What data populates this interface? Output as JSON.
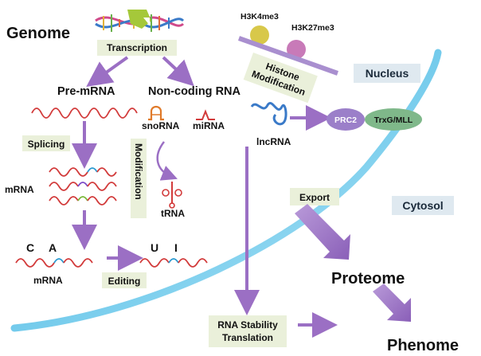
{
  "labels": {
    "genome": "Genome",
    "transcription": "Transcription",
    "pre_mrna": "Pre-mRNA",
    "non_coding_rna": "Non-coding RNA",
    "splicing": "Splicing",
    "mrna_mid": "mRNA",
    "mrna_bottom": "mRNA",
    "editing": "Editing",
    "letter_c": "C",
    "letter_a": "A",
    "letter_u": "U",
    "letter_i": "I",
    "snorna": "snoRNA",
    "mirna": "miRNA",
    "lncrna": "lncRNA",
    "modification_vertical": "Modification",
    "trna": "tRNA",
    "h3k4me3": "H3K4me3",
    "h3k27me3": "H3K27me3",
    "histone": "Histone",
    "histone_modification": "Modification",
    "prc2": "PRC2",
    "trxg_mll": "TrxG/MLL",
    "nucleus": "Nucleus",
    "export": "Export",
    "cytosol": "Cytosol",
    "proteome": "Proteome",
    "rna_stability": "RNA Stability",
    "translation": "Translation",
    "phenome": "Phenome"
  },
  "colors": {
    "arrow_purple": "#9b6fc4",
    "label_box": "#eaf0da",
    "region_box": "#dfe9f0",
    "membrane": "#3db4e0",
    "rna_red": "#d23b3b",
    "histone_bar": "#a98fcf",
    "prc2": "#9b7fc9",
    "trxg": "#7fb88a"
  },
  "icons": [
    "dna-helix-icon",
    "histone-balls-icon",
    "snorna-hairpin-icon",
    "trna-cloverleaf-icon",
    "lncrna-coil-icon"
  ]
}
